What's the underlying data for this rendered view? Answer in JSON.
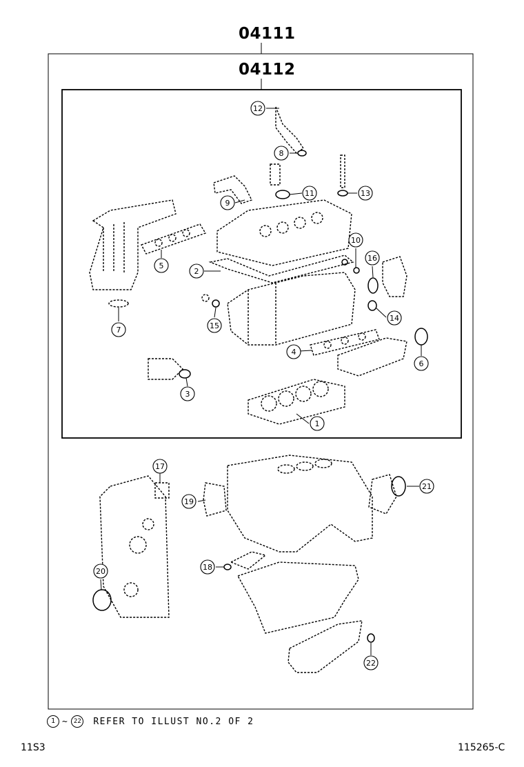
{
  "outer_kit_code": "04111",
  "inner_kit_code": "04112",
  "refer_range_start": "1",
  "refer_range_sep": "~",
  "refer_range_end": "22",
  "refer_note": "REFER TO ILLUST NO.2 OF 2",
  "bottom_left_code": "11S3",
  "bottom_right_code": "115265-C",
  "callouts": [
    "1",
    "2",
    "3",
    "4",
    "5",
    "6",
    "7",
    "8",
    "9",
    "10",
    "11",
    "12",
    "13",
    "14",
    "15",
    "16",
    "17",
    "18",
    "19",
    "20",
    "21",
    "22"
  ]
}
